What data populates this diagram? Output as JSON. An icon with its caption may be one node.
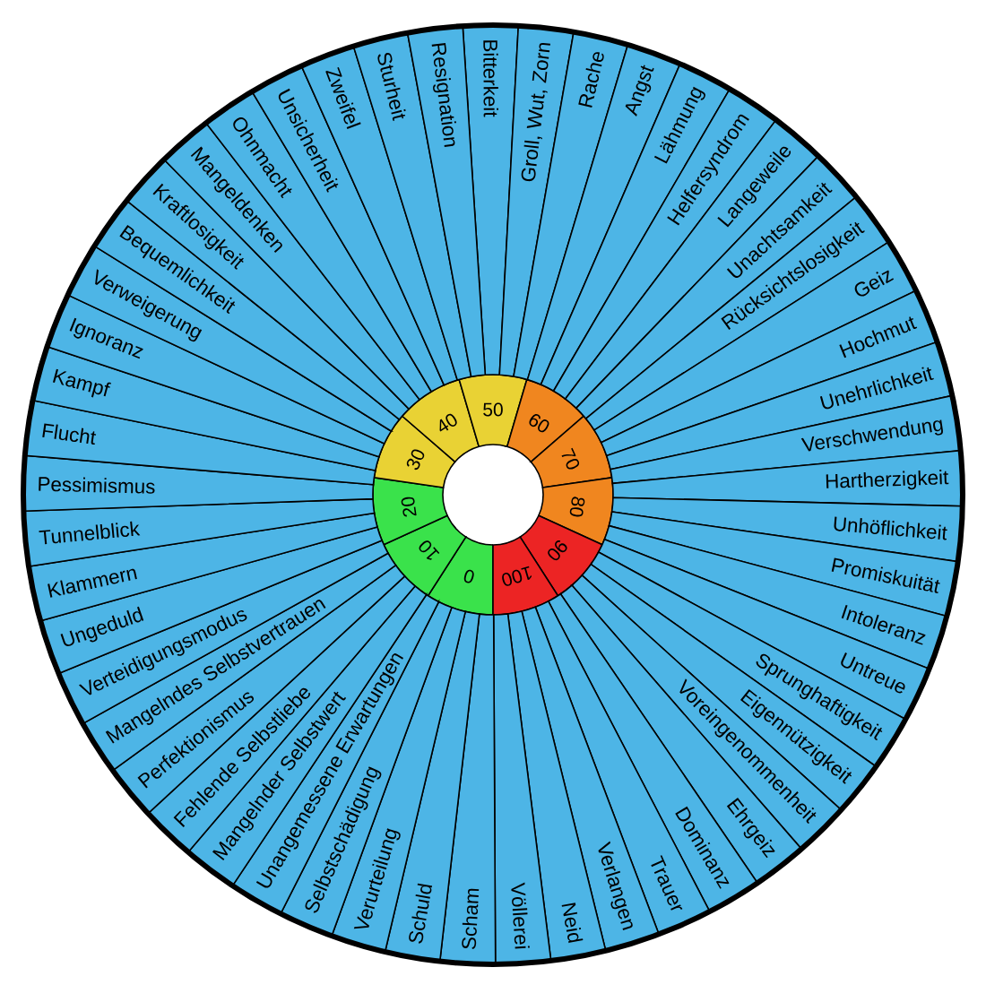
{
  "diagram": {
    "nodes": [
      {
        "text": [
          "0"
        ]
      },
      {
        "text": [
          "10"
        ]
      },
      {
        "text": [
          "20"
        ]
      },
      {
        "text": [
          "30"
        ]
      },
      {
        "text": [
          "40"
        ]
      },
      {
        "text": [
          "50"
        ]
      },
      {
        "text": [
          "60"
        ]
      },
      {
        "text": [
          "70"
        ]
      },
      {
        "text": [
          "80"
        ]
      },
      {
        "text": [
          "90"
        ]
      },
      {
        "text": [
          "100"
        ]
      },
      {
        "text": [
          "Bitterkeit"
        ]
      },
      {
        "text": [
          "Groll, Wut, Zorn"
        ]
      },
      {
        "text": [
          "Rache"
        ]
      },
      {
        "text": [
          "Angst"
        ]
      },
      {
        "text": [
          "Lähmung"
        ]
      },
      {
        "text": [
          "Helfersyndrom"
        ]
      },
      {
        "text": [
          "Langeweile"
        ]
      },
      {
        "text": [
          "Unachtsamkeit"
        ]
      },
      {
        "text": [
          "Rücksichtslosigkeit"
        ]
      },
      {
        "text": [
          "Geiz"
        ]
      },
      {
        "text": [
          "Hochmut"
        ]
      },
      {
        "text": [
          "Unehrlichkeit"
        ]
      },
      {
        "text": [
          "Verschwendung"
        ]
      },
      {
        "text": [
          "Hartherzigkeit"
        ]
      },
      {
        "text": [
          "Unhöflichkeit"
        ]
      },
      {
        "text": [
          "Promiskuität"
        ]
      },
      {
        "text": [
          "Intoleranz"
        ]
      },
      {
        "text": [
          "Untreue"
        ]
      },
      {
        "text": [
          "Sprunghaftigkeit"
        ]
      },
      {
        "text": [
          "Eigennützigkeit"
        ]
      },
      {
        "text": [
          "Voreingenommenheit"
        ]
      },
      {
        "text": [
          "Ehrgeiz"
        ]
      },
      {
        "text": [
          "Dominanz"
        ]
      },
      {
        "text": [
          "Trauer"
        ]
      },
      {
        "text": [
          "Verlangen"
        ]
      },
      {
        "text": [
          "Neid"
        ]
      },
      {
        "text": [
          "Völlerei"
        ]
      },
      {
        "text": [
          "Scham"
        ]
      },
      {
        "text": [
          "Schuld"
        ]
      },
      {
        "text": [
          "Verurteilung"
        ]
      },
      {
        "text": [
          "Selbstschädigung"
        ]
      },
      {
        "text": [
          "Unangemessene Erwartungen"
        ]
      },
      {
        "text": [
          "Mangelnder Selbstwert"
        ]
      },
      {
        "text": [
          "Fehlende Selbstliebe"
        ]
      },
      {
        "text": [
          "Perfektionismus"
        ]
      },
      {
        "text": [
          "Mangelndes Selbstvertrauen"
        ]
      },
      {
        "text": [
          "Verteidigungsmodus"
        ]
      },
      {
        "text": [
          "Ungeduld"
        ]
      },
      {
        "text": [
          "Klammern"
        ]
      },
      {
        "text": [
          "Tunnelblick"
        ]
      },
      {
        "text": [
          "Pessimismus"
        ]
      },
      {
        "text": [
          "Flucht"
        ]
      },
      {
        "text": [
          "Kampf"
        ]
      },
      {
        "text": [
          "Ignoranz"
        ]
      },
      {
        "text": [
          "Verweigerung"
        ]
      },
      {
        "text": [
          "Bequemlichkeit"
        ]
      },
      {
        "text": [
          "Kraftlosigkeit"
        ]
      },
      {
        "text": [
          "Mangeldenken"
        ]
      },
      {
        "text": [
          "Ohnmacht"
        ]
      },
      {
        "text": [
          "Unsicherheit"
        ]
      },
      {
        "text": [
          "Zweifel"
        ]
      },
      {
        "text": [
          "Sturheit"
        ]
      },
      {
        "text": [
          "Resignation"
        ]
      }
    ]
  }
}
